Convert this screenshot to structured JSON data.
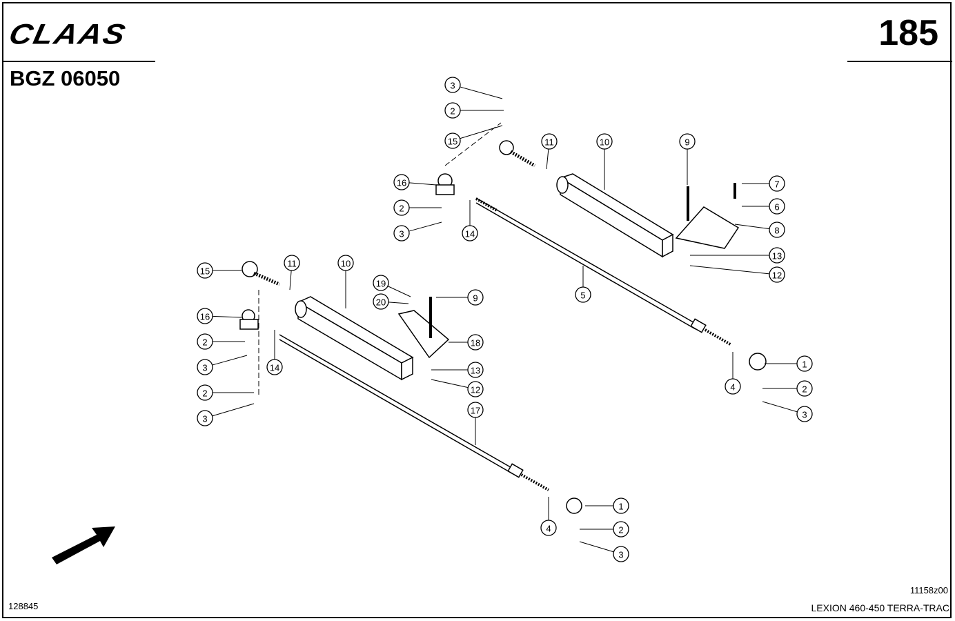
{
  "header": {
    "brand": "CLAAS",
    "page_number": "185",
    "group_code": "BGZ 06050"
  },
  "footer": {
    "left_ref": "128845",
    "image_ref": "11158z00",
    "model": "LEXION 460-450 TERRA-TRAC"
  },
  "callouts": [
    "3",
    "2",
    "15",
    "16",
    "2",
    "3",
    "14",
    "11",
    "10",
    "9",
    "7",
    "6",
    "8",
    "13",
    "12",
    "5",
    "1",
    "2",
    "3",
    "4",
    "15",
    "11",
    "10",
    "19",
    "20",
    "9",
    "16",
    "2",
    "3",
    "14",
    "18",
    "13",
    "12",
    "2",
    "3",
    "17",
    "1",
    "2",
    "3",
    "4"
  ],
  "icons": {
    "direction": "arrow-icon"
  }
}
